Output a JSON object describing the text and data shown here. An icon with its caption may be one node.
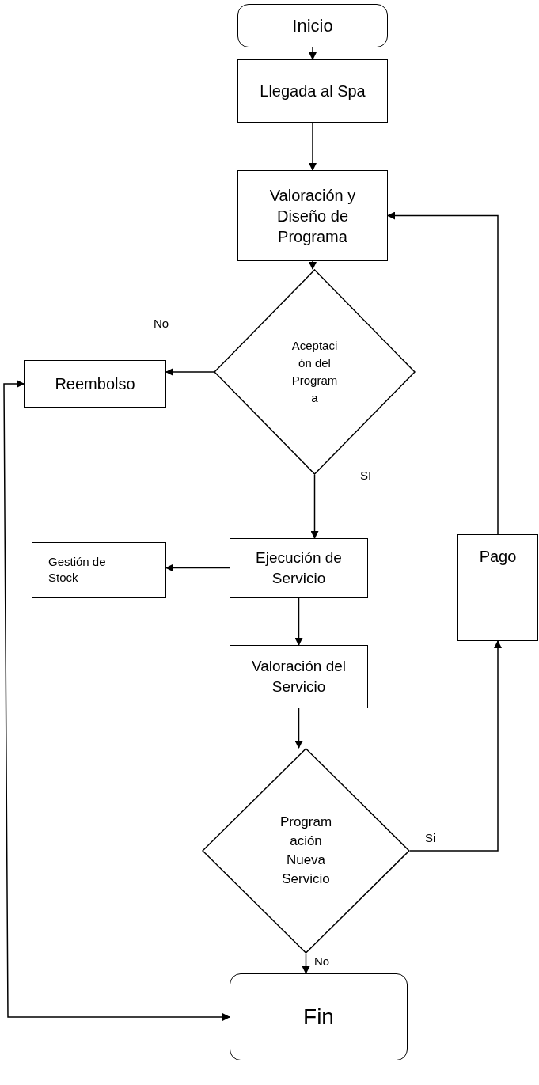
{
  "diagram": {
    "nodes": [
      {
        "text": [
          "Inicio"
        ]
      },
      {
        "text": [
          "Llegada al Spa"
        ]
      },
      {
        "text": [
          "Valoración y Diseño de Programa"
        ]
      },
      {
        "text": [
          "Aceptación del Programa"
        ]
      },
      {
        "text": [
          "Reembolso"
        ]
      },
      {
        "text": [
          "Ejecución de Servicio"
        ]
      },
      {
        "text": [
          "Gestión de Stock"
        ]
      },
      {
        "text": [
          "Valoración del Servicio"
        ]
      },
      {
        "text": [
          "Programación Nueva Servicio"
        ]
      },
      {
        "text": [
          "Pago"
        ]
      },
      {
        "text": [
          "Fin"
        ]
      }
    ],
    "edges": [
      {
        "from": 0,
        "to": 1,
        "arrow": "to"
      },
      {
        "from": 1,
        "to": 2,
        "arrow": "to"
      },
      {
        "from": 2,
        "to": 3,
        "arrow": "to"
      },
      {
        "from": 3,
        "to": 4,
        "arrow": "to",
        "label": "No"
      },
      {
        "from": 3,
        "to": 5,
        "arrow": "to",
        "label": "SI"
      },
      {
        "from": 5,
        "to": 6,
        "arrow": "to"
      },
      {
        "from": 5,
        "to": 7,
        "arrow": "to"
      },
      {
        "from": 7,
        "to": 8,
        "arrow": "to"
      },
      {
        "from": 8,
        "to": 9,
        "arrow": "to",
        "label": "Si"
      },
      {
        "from": 9,
        "to": 2,
        "arrow": "to"
      },
      {
        "from": 8,
        "to": 10,
        "arrow": "to",
        "label": "No"
      },
      {
        "from": 4,
        "to": 10,
        "arrow": "both"
      }
    ]
  }
}
